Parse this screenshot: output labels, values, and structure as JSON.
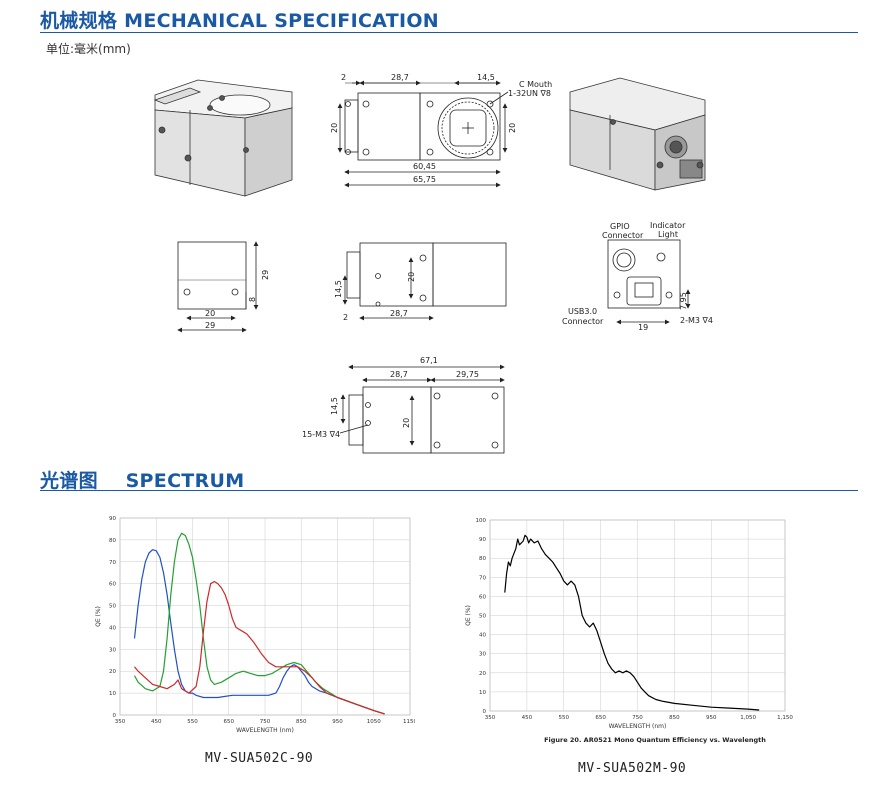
{
  "section1": {
    "title": "机械规格 MECHANICAL SPECIFICATION",
    "unit": "单位:毫米(mm)"
  },
  "section2": {
    "title_cn": "光谱图",
    "title_en": "SPECTRUM"
  },
  "drawing": {
    "front_dims": {
      "d2": "2",
      "d287": "28,7",
      "d145": "14,5",
      "d20a": "20",
      "d20b": "20",
      "d6045": "60,45",
      "d6575": "65,75"
    },
    "c_mouth": {
      "line1": "C Mouth",
      "line2": "1-32UN ∇8"
    },
    "back_dims": {
      "d29": "29",
      "d8": "8",
      "d20": "20",
      "d29b": "29"
    },
    "bottom_dims": {
      "d20": "20",
      "d145": "14,5",
      "d2": "2",
      "d287": "28,7"
    },
    "connector": {
      "gpio1": "GPIO",
      "gpio2": "Connector",
      "ind1": "Indicator",
      "ind2": "Light",
      "usb1": "USB3.0",
      "usb2": "Connector",
      "d19": "19",
      "d795": "7,95",
      "m3": "2-M3 ∇4"
    },
    "top_dims": {
      "d671": "67,1",
      "d287": "28,7",
      "d2975": "29,75",
      "d145": "14,5",
      "d20": "20",
      "m3": "15-M3 ∇4"
    }
  },
  "chart_data": [
    {
      "type": "line",
      "title": "",
      "caption": "MV-SUA502C-90",
      "xlabel": "WAVELENGTH (nm)",
      "ylabel": "QE (%)",
      "xlim": [
        350,
        1150
      ],
      "ylim": [
        0,
        90
      ],
      "xticks": [
        "350",
        "450",
        "550",
        "650",
        "750",
        "850",
        "950",
        "1050",
        "1150"
      ],
      "yticks": [
        "0",
        "10",
        "20",
        "30",
        "40",
        "50",
        "60",
        "70",
        "80",
        "90"
      ],
      "series": [
        {
          "color": "#2050c8",
          "points": [
            [
              390,
              35
            ],
            [
              400,
              50
            ],
            [
              410,
              62
            ],
            [
              420,
              70
            ],
            [
              430,
              74
            ],
            [
              440,
              75.5
            ],
            [
              450,
              75
            ],
            [
              460,
              72
            ],
            [
              470,
              65
            ],
            [
              480,
              55
            ],
            [
              490,
              42
            ],
            [
              500,
              30
            ],
            [
              510,
              20
            ],
            [
              520,
              14
            ],
            [
              530,
              11
            ],
            [
              540,
              10
            ],
            [
              550,
              10
            ],
            [
              560,
              9
            ],
            [
              580,
              8
            ],
            [
              600,
              8
            ],
            [
              620,
              8
            ],
            [
              640,
              8.5
            ],
            [
              660,
              9
            ],
            [
              680,
              9
            ],
            [
              700,
              9
            ],
            [
              720,
              9
            ],
            [
              740,
              9
            ],
            [
              760,
              9
            ],
            [
              780,
              10
            ],
            [
              790,
              13
            ],
            [
              800,
              17
            ],
            [
              810,
              20
            ],
            [
              820,
              22
            ],
            [
              830,
              23
            ],
            [
              840,
              22
            ],
            [
              850,
              20
            ],
            [
              860,
              18
            ],
            [
              870,
              15
            ],
            [
              880,
              13
            ],
            [
              900,
              11
            ],
            [
              920,
              10
            ],
            [
              950,
              8
            ],
            [
              1000,
              5
            ],
            [
              1050,
              2
            ],
            [
              1080,
              0.5
            ]
          ]
        },
        {
          "color": "#22a030",
          "points": [
            [
              390,
              18
            ],
            [
              400,
              15
            ],
            [
              420,
              12
            ],
            [
              440,
              11
            ],
            [
              460,
              13
            ],
            [
              470,
              20
            ],
            [
              480,
              35
            ],
            [
              490,
              55
            ],
            [
              500,
              70
            ],
            [
              510,
              80
            ],
            [
              520,
              83
            ],
            [
              530,
              82
            ],
            [
              540,
              78
            ],
            [
              550,
              72
            ],
            [
              560,
              62
            ],
            [
              570,
              50
            ],
            [
              580,
              35
            ],
            [
              590,
              22
            ],
            [
              600,
              16
            ],
            [
              610,
              14
            ],
            [
              630,
              15
            ],
            [
              650,
              17
            ],
            [
              670,
              19
            ],
            [
              690,
              20
            ],
            [
              710,
              19
            ],
            [
              730,
              18
            ],
            [
              750,
              18
            ],
            [
              770,
              19
            ],
            [
              790,
              21
            ],
            [
              810,
              23
            ],
            [
              830,
              24
            ],
            [
              850,
              23
            ],
            [
              870,
              19
            ],
            [
              890,
              15
            ],
            [
              910,
              12
            ],
            [
              950,
              8
            ],
            [
              1000,
              5
            ],
            [
              1050,
              2
            ],
            [
              1080,
              0.5
            ]
          ]
        },
        {
          "color": "#d02828",
          "points": [
            [
              390,
              22
            ],
            [
              400,
              20
            ],
            [
              420,
              17
            ],
            [
              440,
              14
            ],
            [
              460,
              13
            ],
            [
              480,
              12
            ],
            [
              500,
              14
            ],
            [
              510,
              16
            ],
            [
              520,
              12
            ],
            [
              540,
              10
            ],
            [
              560,
              13
            ],
            [
              570,
              22
            ],
            [
              580,
              38
            ],
            [
              590,
              52
            ],
            [
              600,
              60
            ],
            [
              610,
              61
            ],
            [
              620,
              60
            ],
            [
              630,
              58
            ],
            [
              640,
              55
            ],
            [
              650,
              50
            ],
            [
              660,
              44
            ],
            [
              670,
              40
            ],
            [
              680,
              39
            ],
            [
              690,
              38
            ],
            [
              700,
              37
            ],
            [
              720,
              33
            ],
            [
              740,
              28
            ],
            [
              760,
              24
            ],
            [
              780,
              22
            ],
            [
              800,
              22
            ],
            [
              820,
              22
            ],
            [
              840,
              22
            ],
            [
              860,
              20
            ],
            [
              880,
              17
            ],
            [
              900,
              13
            ],
            [
              920,
              10
            ],
            [
              950,
              8
            ],
            [
              1000,
              5
            ],
            [
              1050,
              2
            ],
            [
              1080,
              0.5
            ]
          ]
        }
      ]
    },
    {
      "type": "line",
      "title": "Figure 20. AR0521 Mono Quantum Efficiency vs. Wavelength",
      "caption": "MV-SUA502M-90",
      "xlabel": "WAVELENGTH (nm)",
      "ylabel": "QE (%)",
      "xlim": [
        350,
        1150
      ],
      "ylim": [
        0,
        100
      ],
      "xticks": [
        "350",
        "450",
        "550",
        "650",
        "750",
        "850",
        "950",
        "1,050",
        "1,150"
      ],
      "yticks": [
        "0",
        "10",
        "20",
        "30",
        "40",
        "50",
        "60",
        "70",
        "80",
        "90",
        "100"
      ],
      "series": [
        {
          "color": "#000000",
          "points": [
            [
              390,
              62
            ],
            [
              395,
              72
            ],
            [
              400,
              78
            ],
            [
              405,
              76
            ],
            [
              410,
              80
            ],
            [
              420,
              85
            ],
            [
              425,
              90
            ],
            [
              430,
              87
            ],
            [
              440,
              89
            ],
            [
              445,
              92
            ],
            [
              450,
              91
            ],
            [
              455,
              88
            ],
            [
              460,
              90
            ],
            [
              470,
              88
            ],
            [
              480,
              89
            ],
            [
              490,
              85
            ],
            [
              500,
              82
            ],
            [
              510,
              80
            ],
            [
              520,
              78
            ],
            [
              530,
              75
            ],
            [
              540,
              72
            ],
            [
              550,
              68
            ],
            [
              560,
              66
            ],
            [
              570,
              68
            ],
            [
              580,
              66
            ],
            [
              590,
              60
            ],
            [
              600,
              50
            ],
            [
              610,
              46
            ],
            [
              620,
              44
            ],
            [
              630,
              46
            ],
            [
              640,
              42
            ],
            [
              650,
              36
            ],
            [
              660,
              30
            ],
            [
              670,
              25
            ],
            [
              680,
              22
            ],
            [
              690,
              20
            ],
            [
              700,
              21
            ],
            [
              710,
              20
            ],
            [
              720,
              21
            ],
            [
              730,
              20
            ],
            [
              740,
              18
            ],
            [
              750,
              15
            ],
            [
              760,
              12
            ],
            [
              770,
              10
            ],
            [
              780,
              8
            ],
            [
              800,
              6
            ],
            [
              820,
              5
            ],
            [
              850,
              4
            ],
            [
              900,
              3
            ],
            [
              950,
              2
            ],
            [
              1000,
              1.5
            ],
            [
              1050,
              1
            ],
            [
              1080,
              0.5
            ]
          ]
        }
      ]
    }
  ]
}
